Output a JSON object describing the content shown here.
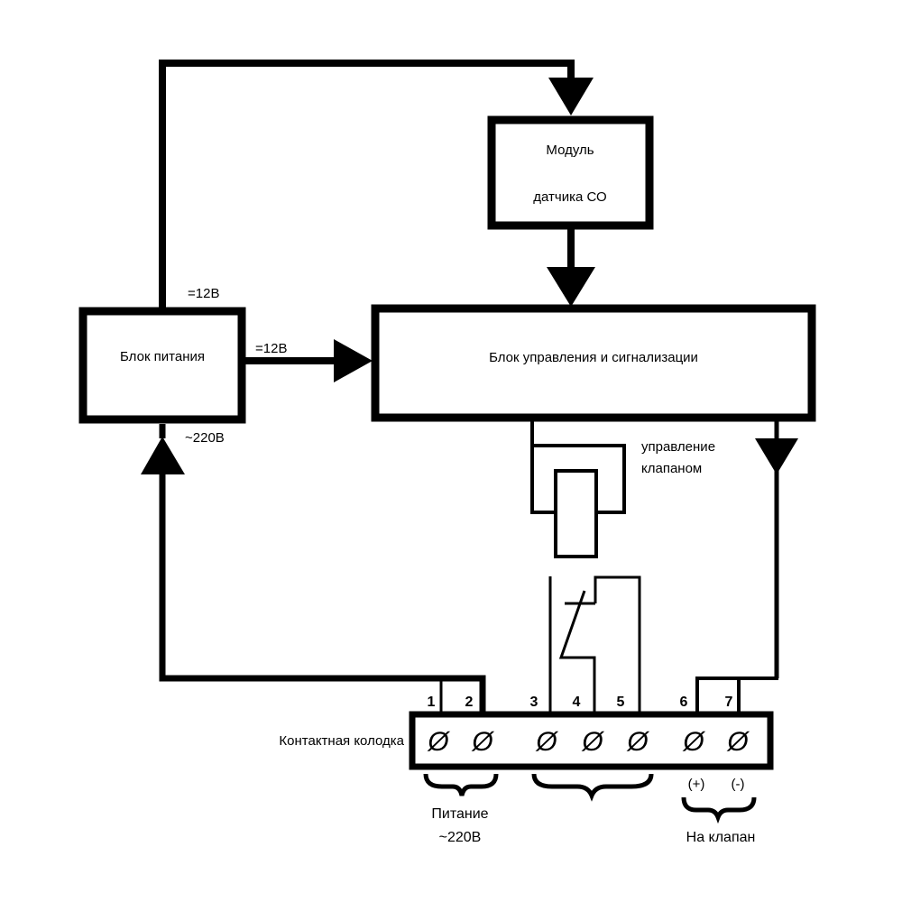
{
  "diagram": {
    "blocks": {
      "co_sensor": {
        "line1": "Модуль",
        "line2": "датчика СО"
      },
      "power_supply": {
        "label": "Блок питания"
      },
      "control_unit": {
        "label": "Блок управления и сигнализации"
      }
    },
    "voltage_labels": {
      "psu_top": "=12В",
      "psu_right": "=12В",
      "psu_bottom": "~220В"
    },
    "valve_control": {
      "line1": "управление",
      "line2": "клапаном"
    },
    "terminal_block": {
      "label": "Контактная колодка",
      "terminal_symbol": "Ø",
      "terminals": [
        "1",
        "2",
        "3",
        "4",
        "5",
        "6",
        "7"
      ],
      "polarity": {
        "plus": "(+)",
        "minus": "(-)"
      },
      "groups": {
        "power": {
          "line1": "Питание",
          "line2": "~220В"
        },
        "valve": {
          "label": "На клапан"
        }
      }
    }
  }
}
